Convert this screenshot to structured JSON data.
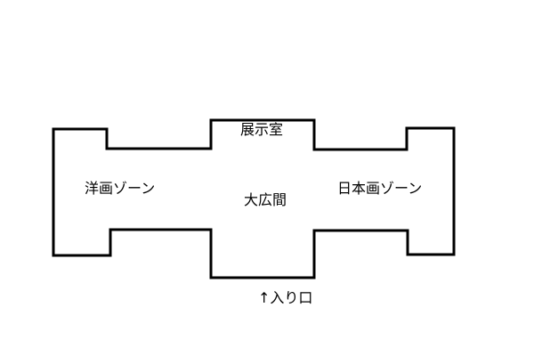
{
  "diagram": {
    "labels": {
      "exhibition_room": "展示室",
      "western_zone": "洋画ゾーン",
      "great_hall": "大広間",
      "japanese_zone": "日本画ゾーン",
      "entrance": "↑入り口"
    },
    "colors": {
      "line": "#000000",
      "background": "#ffffff"
    }
  }
}
